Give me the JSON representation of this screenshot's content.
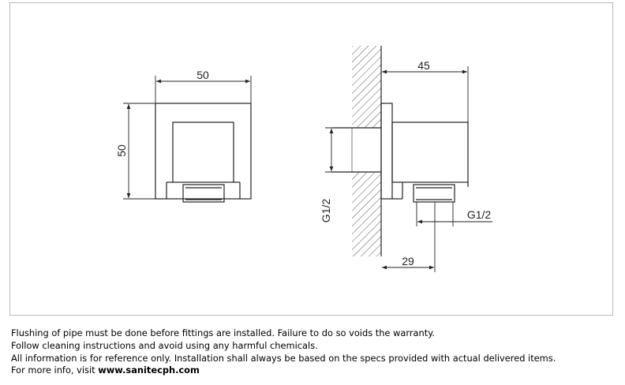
{
  "drawing": {
    "front_view": {
      "width_dim": "50",
      "height_dim": "50"
    },
    "side_view": {
      "depth_dim": "45",
      "thread_left": "G1/2",
      "thread_right": "G1/2",
      "outlet_dim": "29"
    }
  },
  "notes": {
    "line1": "Flushing of pipe must be done before fittings are installed. Failure to do so voids the warranty.",
    "line2": "Follow cleaning instructions and avoid using any harmful chemicals.",
    "line3": "All information is for reference only. Installation shall always be based on the specs provided with actual delivered items.",
    "line4_prefix": "For more info, visit ",
    "line4_link": "www.sanitecph.com"
  }
}
